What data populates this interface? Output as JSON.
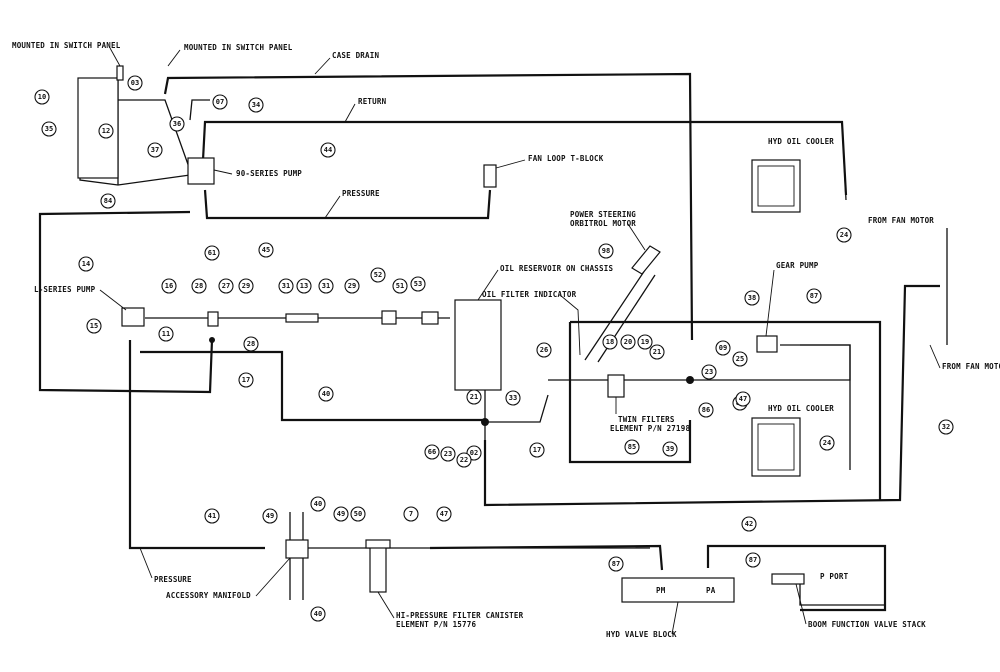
{
  "labels": {
    "mounted_switch_panel_1": "MOUNTED IN SWITCH PANEL",
    "mounted_switch_panel_2": "MOUNTED IN SWITCH PANEL",
    "case_drain": "CASE DRAIN",
    "return": "RETURN",
    "series90_pump": "90-SERIES PUMP",
    "fan_loop_tblock": "FAN LOOP T-BLOCK",
    "pressure_top": "PRESSURE",
    "hyd_oil_cooler_top": "HYD OIL COOLER",
    "from_fan_motor_top": "FROM FAN MOTOR",
    "power_steering_1": "POWER STEERING",
    "power_steering_2": "ORBITROL MOTOR",
    "oil_reservoir": "OIL RESERVOIR ON CHASSIS",
    "oil_filter_indicator": "OIL FILTER INDICATOR",
    "gear_pump": "GEAR PUMP",
    "lseries_pump": "L-SERIES PUMP",
    "from_fan_motor_bottom": "FROM FAN MOTOR",
    "twin_filters_1": "TWIN FILTERS",
    "twin_filters_2": "ELEMENT P/N 27198",
    "hyd_oil_cooler_bottom": "HYD OIL COOLER",
    "pressure_bottom": "PRESSURE",
    "accessory_manifold": "ACCESSORY MANIFOLD",
    "hp_filter_1": "HI-PRESSURE FILTER CANISTER",
    "hp_filter_2": "ELEMENT P/N 15776",
    "hyd_valve_block": "HYD VALVE BLOCK",
    "pm": "PM",
    "pa": "PA",
    "p_port": "P PORT",
    "boom_function": "BOOM FUNCTION VALVE STACK"
  },
  "callouts": [
    "10",
    "35",
    "03",
    "36",
    "12",
    "37",
    "84",
    "07",
    "34",
    "44",
    "45",
    "61",
    "14",
    "15",
    "11",
    "16",
    "28",
    "27",
    "29",
    "31",
    "13",
    "31",
    "29",
    "52",
    "51",
    "53",
    "28",
    "17",
    "40",
    "98",
    "38",
    "87",
    "26",
    "18",
    "20",
    "19",
    "21",
    "09",
    "25",
    "21",
    "33",
    "17",
    "02",
    "66",
    "23",
    "89",
    "24",
    "22",
    "23",
    "86",
    "85",
    "39",
    "47",
    "24",
    "32",
    "41",
    "49",
    "40",
    "49",
    "50",
    "7",
    "47",
    "42",
    "87",
    "87",
    "40"
  ]
}
